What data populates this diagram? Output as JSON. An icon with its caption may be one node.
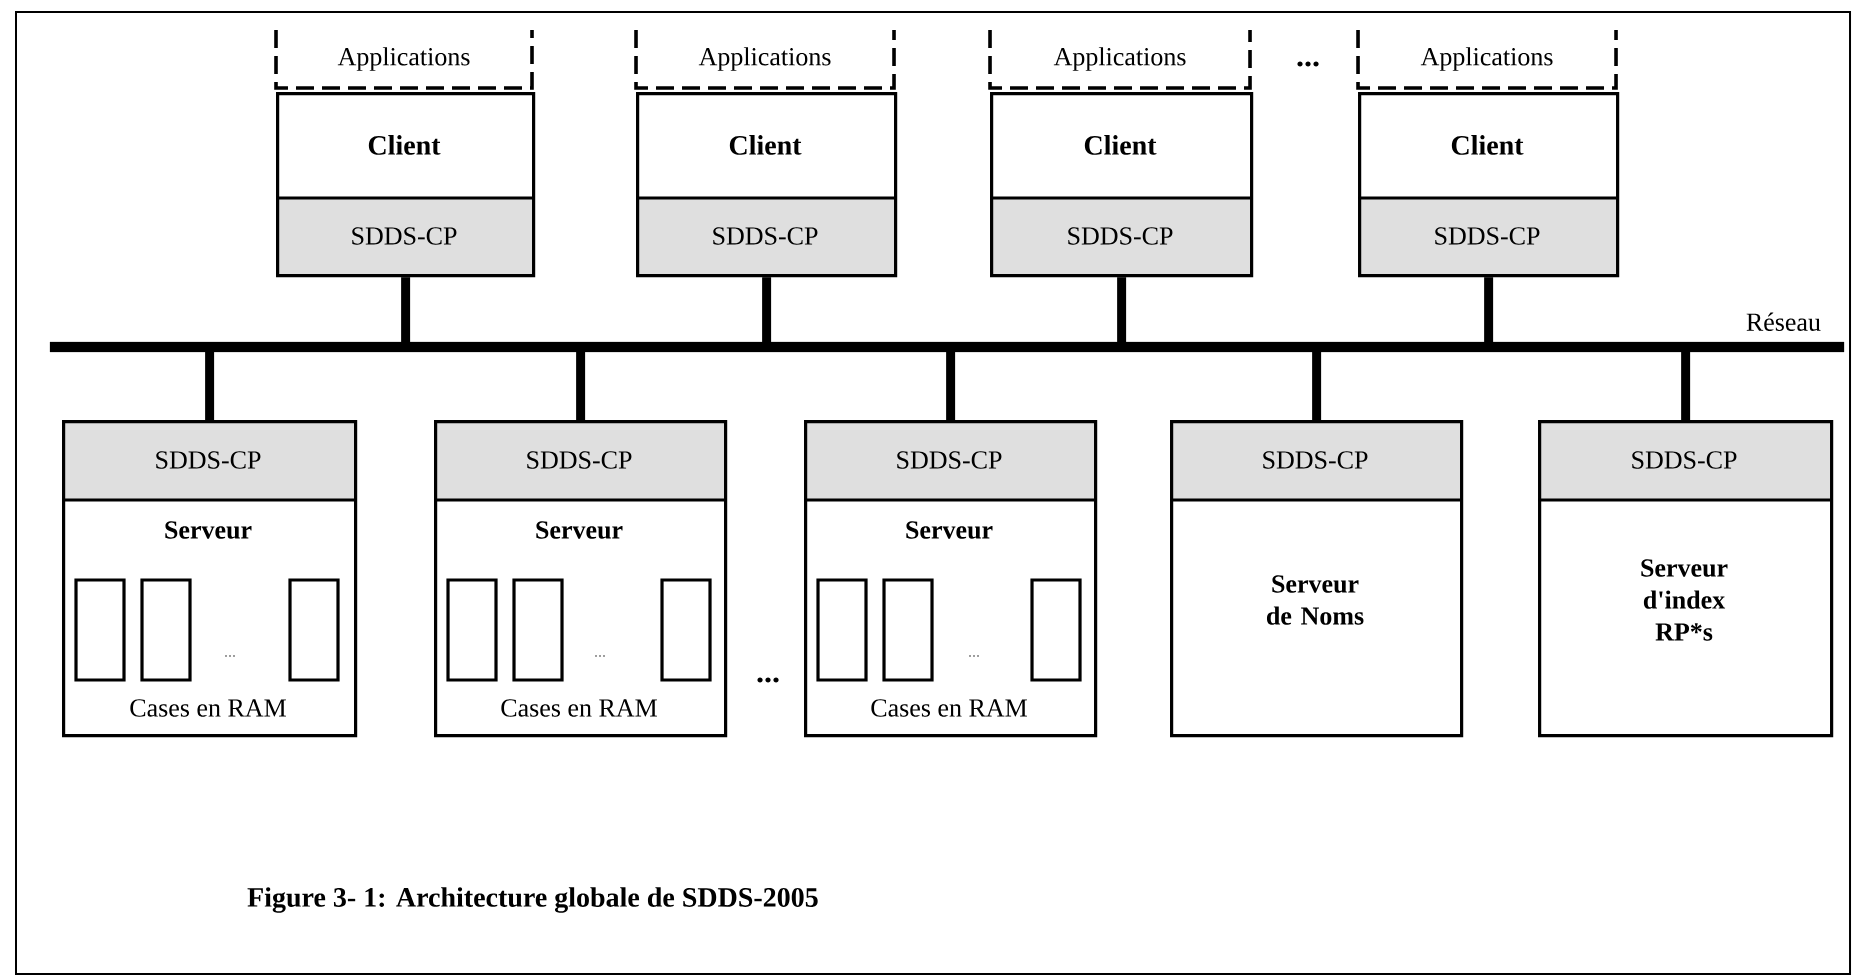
{
  "diagram": {
    "caption": "Figure 3- 1: Architecture globale de SDDS-2005",
    "nodes": [
      {
        "text": [
          "Applications"
        ]
      },
      {
        "text": [
          "Client",
          "SDDS-CP"
        ]
      },
      {
        "text": [
          "Applications"
        ]
      },
      {
        "text": [
          "Client",
          "SDDS-CP"
        ]
      },
      {
        "text": [
          "Applications"
        ]
      },
      {
        "text": [
          "Client",
          "SDDS-CP"
        ]
      },
      {
        "text": [
          "Applications"
        ]
      },
      {
        "text": [
          "Client",
          "SDDS-CP"
        ]
      },
      {
        "text": [],
        "shape": "bar",
        "beside": [
          "Réseau"
        ]
      },
      {
        "text": [
          "SDDS-CP",
          "Serveur",
          "Cases en RAM"
        ]
      },
      {
        "text": [
          "SDDS-CP",
          "Serveur",
          "Cases en RAM"
        ]
      },
      {
        "text": [
          "SDDS-CP",
          "Serveur",
          "Cases en RAM"
        ]
      },
      {
        "text": [
          "SDDS-CP",
          "Serveur de Noms"
        ]
      },
      {
        "text": [
          "SDDS-CP",
          "Serveur d'index RP*s"
        ]
      }
    ],
    "edges": [
      {
        "from": 1,
        "to": 8,
        "arrow": "none"
      },
      {
        "from": 3,
        "to": 8,
        "arrow": "none"
      },
      {
        "from": 5,
        "to": 8,
        "arrow": "none"
      },
      {
        "from": 7,
        "to": 8,
        "arrow": "none"
      },
      {
        "from": 8,
        "to": 9,
        "arrow": "none"
      },
      {
        "from": 8,
        "to": 10,
        "arrow": "none"
      },
      {
        "from": 8,
        "to": 11,
        "arrow": "none"
      },
      {
        "from": 8,
        "to": 12,
        "arrow": "none"
      },
      {
        "from": 8,
        "to": 13,
        "arrow": "none"
      }
    ],
    "labels": [
      "...",
      "...",
      "...",
      "...",
      "..."
    ]
  }
}
